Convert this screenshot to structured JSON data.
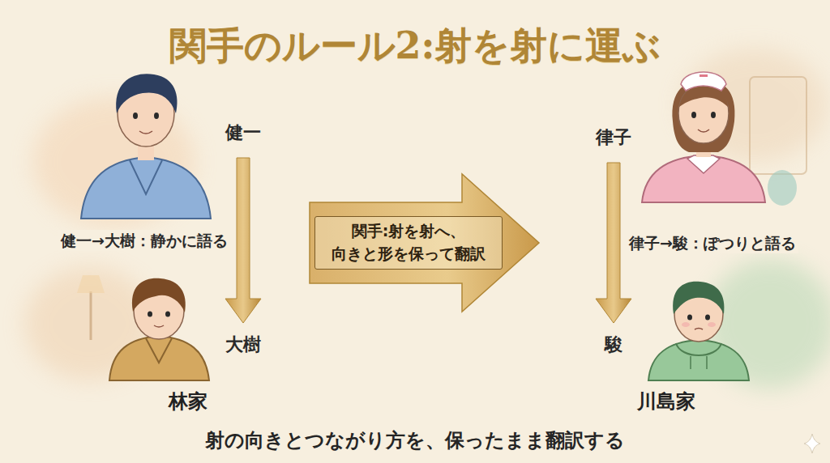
{
  "diagram": {
    "title": "関手のルール2:射を射に運ぶ",
    "caption": "射の向きとつながり方を、保ったまま翻訳する",
    "nodes": [
      {
        "text": [
          "健一"
        ]
      },
      {
        "text": [
          "大樹"
        ]
      },
      {
        "text": [
          "律子"
        ]
      },
      {
        "text": [
          "駿"
        ]
      },
      {
        "text": [
          "関手:射を射へ、 向きと形を保って翻訳"
        ]
      }
    ],
    "edges": [
      {
        "from": 0,
        "to": 1,
        "arrow": "to",
        "label": "健一→大樹：静かに語る"
      },
      {
        "from": 2,
        "to": 3,
        "arrow": "to",
        "label": "律子→駿：ぽつりと語る"
      }
    ],
    "labels": [
      "林家",
      "川島家"
    ]
  }
}
